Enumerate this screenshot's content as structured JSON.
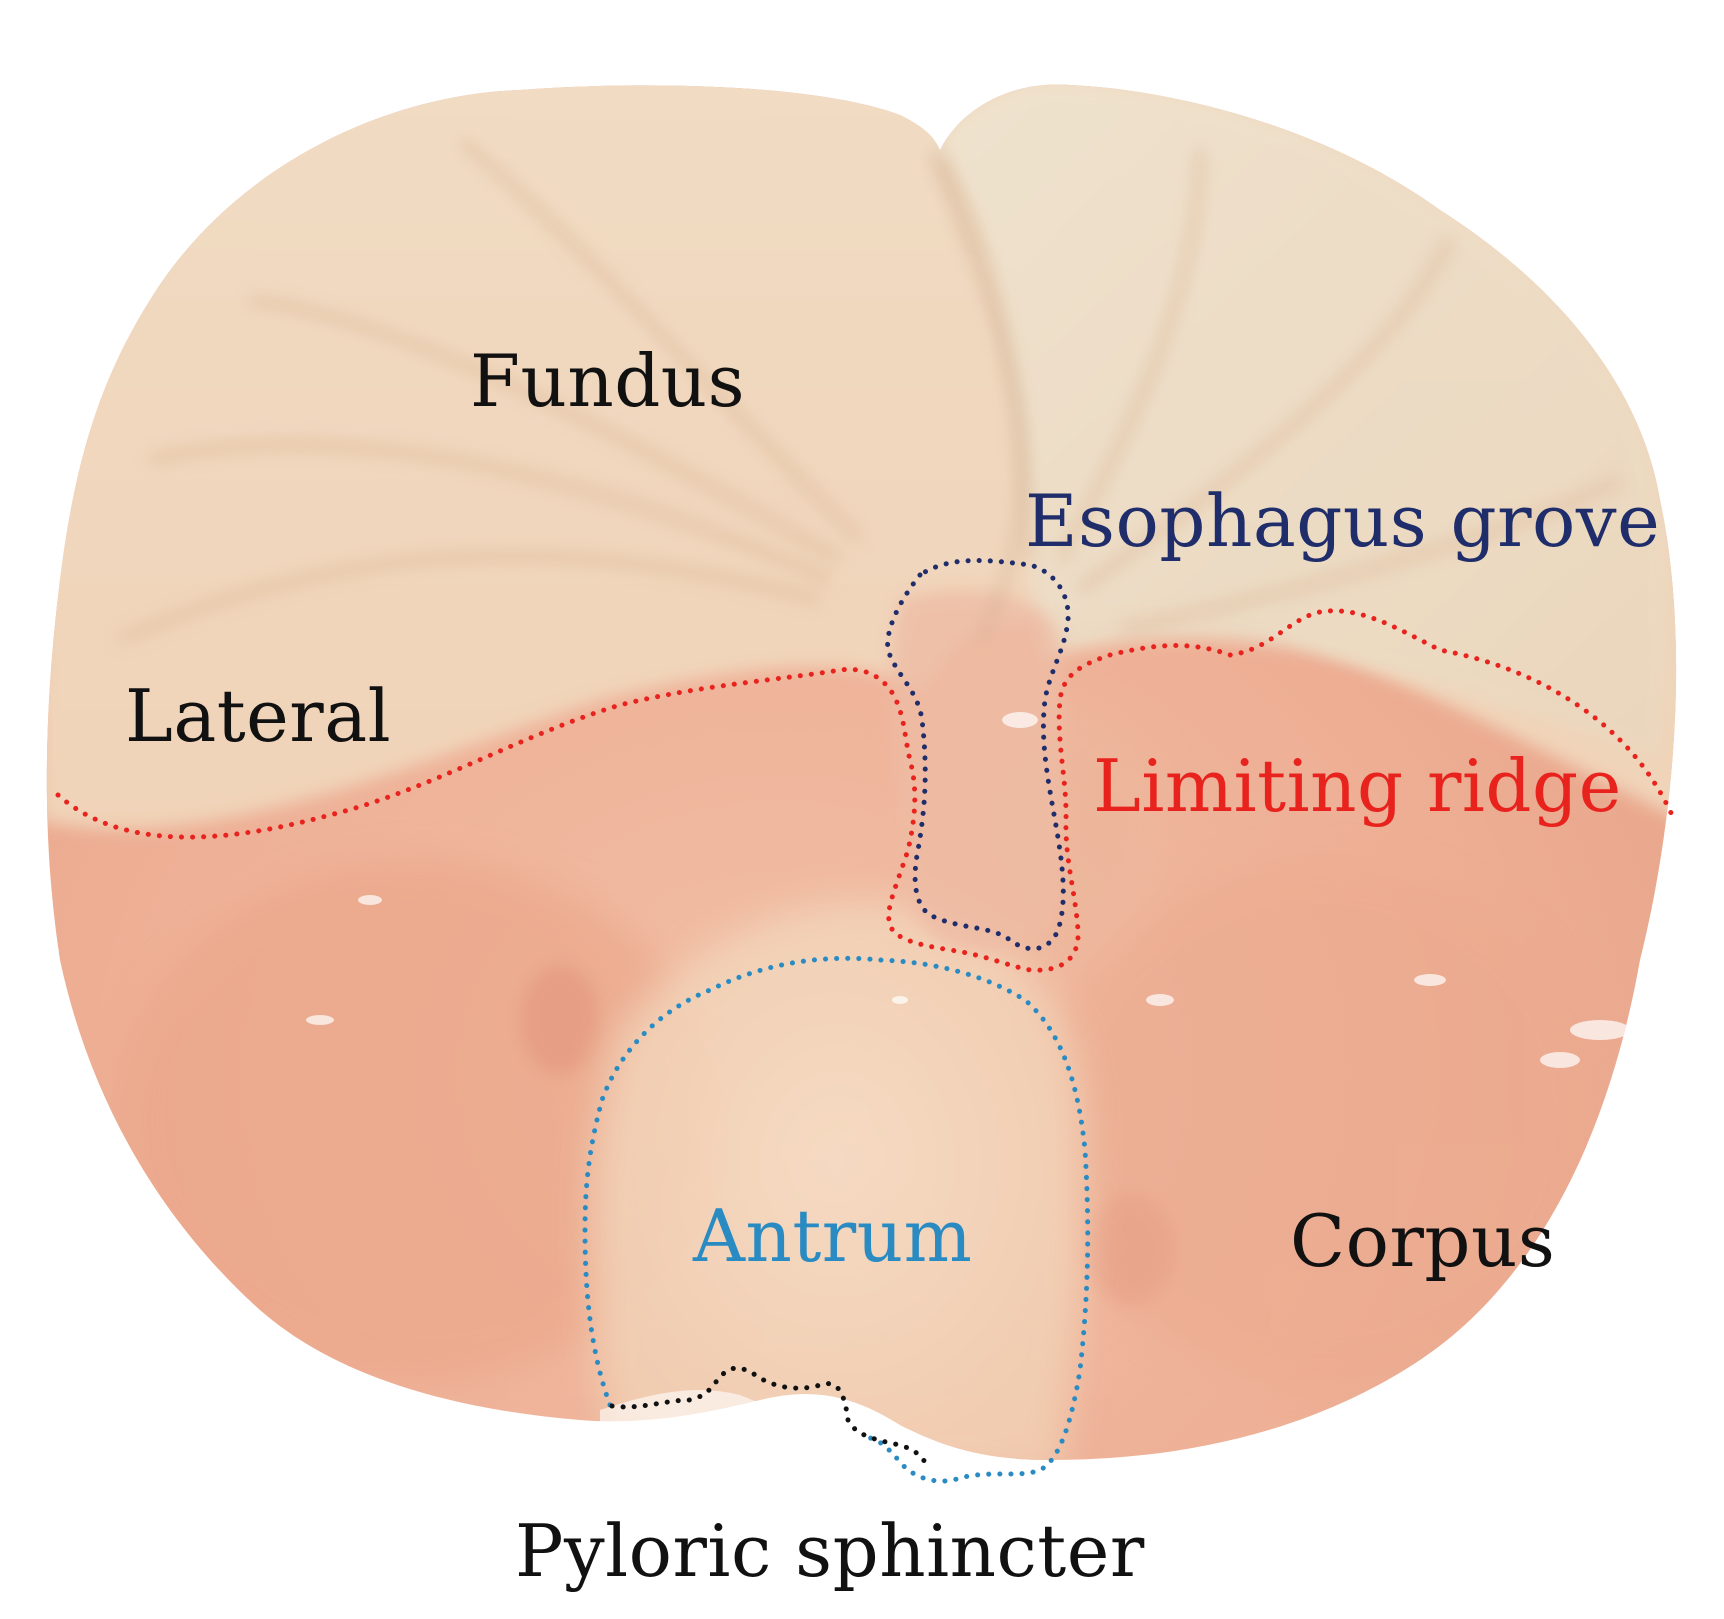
{
  "image": {
    "subject": "stomach specimen, opened",
    "tissue_colors": {
      "base": "#f3cdb0",
      "pale_upper": "#eeddc4",
      "mucosa_pink": "#eca98f",
      "highlight": "#f8ead8"
    }
  },
  "labels": {
    "fundus": "Fundus",
    "esophagus_grove": "Esophagus grove",
    "lateral": "Lateral",
    "limiting_ridge": "Limiting ridge",
    "antrum": "Antrum",
    "corpus": "Corpus",
    "pyloric_sphincter": "Pyloric sphincter"
  },
  "colors": {
    "default_text": "#111111",
    "esophagus_grove": "#1f2d6b",
    "limiting_ridge": "#e8231e",
    "antrum": "#2a8bc3",
    "pyloric_sphincter_line": "#111111"
  }
}
